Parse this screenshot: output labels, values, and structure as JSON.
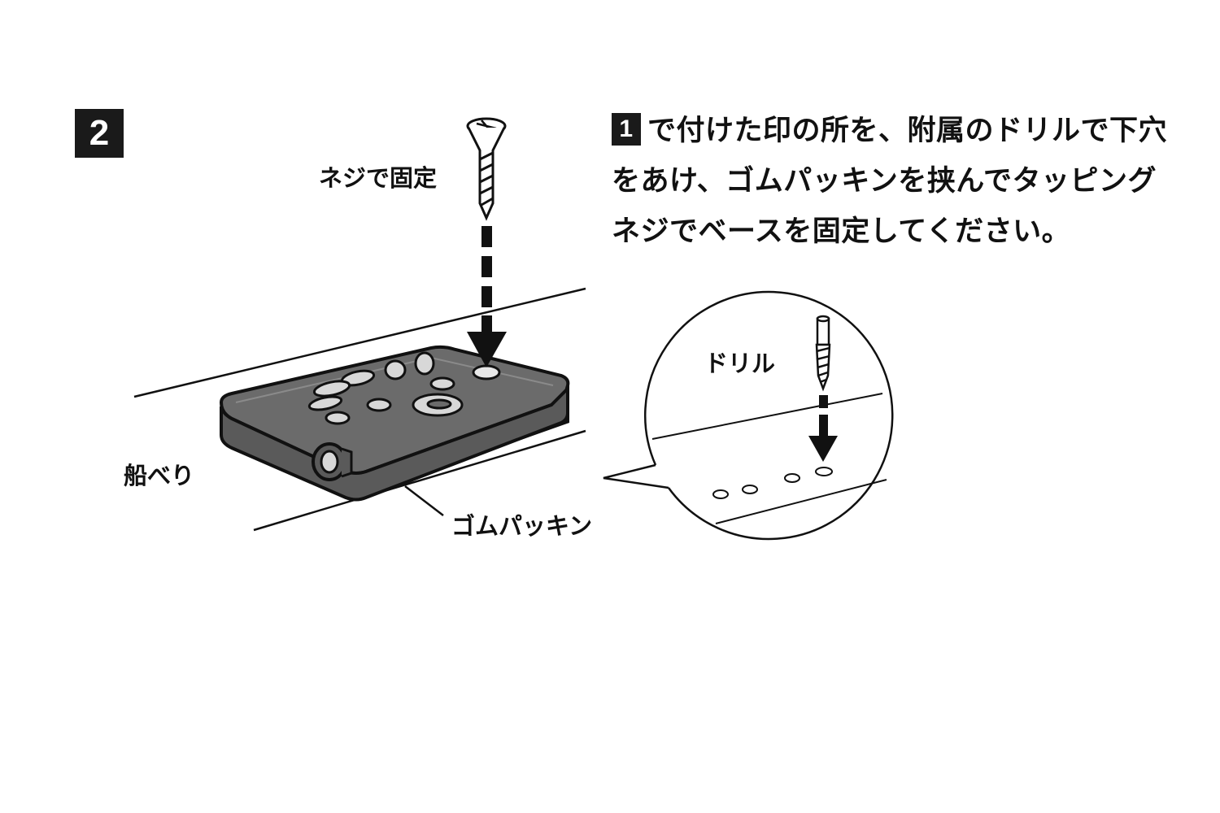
{
  "step_number": "2",
  "instruction": {
    "ref_number": "1",
    "line1": "で付けた印の所を、附属のドリルで下穴",
    "line2": "をあけ、ゴムパッキンを挟んでタッピング",
    "line3": "ネジでベースを固定してください。"
  },
  "labels": {
    "screw": "ネジで固定",
    "gunwale": "船べり",
    "gasket": "ゴムパッキン",
    "drill": "ドリル"
  }
}
